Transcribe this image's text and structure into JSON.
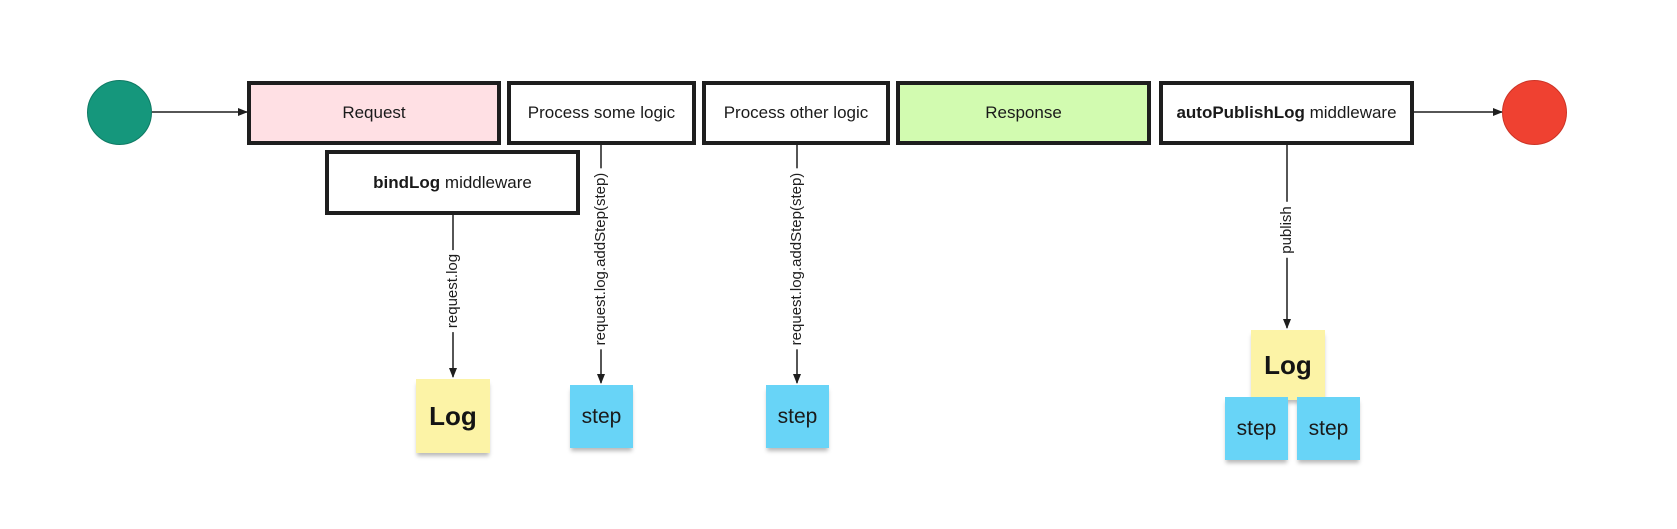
{
  "flow": {
    "boxes": {
      "request": "Request",
      "process_some": "Process some logic",
      "process_other": "Process other logic",
      "response": "Response",
      "autopublish_bold": "autoPublishLog",
      "autopublish_rest": "middleware",
      "bindlog_bold": "bindLog",
      "bindlog_rest": "middleware"
    },
    "arrow_labels": {
      "request_log": "request.log",
      "add_step_1": "request.log.addStep(step)",
      "add_step_2": "request.log.addStep(step)",
      "publish": "publish"
    },
    "stickies": {
      "log_1": "Log",
      "step_1": "step",
      "step_2": "step",
      "log_2": "Log",
      "step_3": "step",
      "step_4": "step"
    }
  },
  "colors": {
    "start_node": "#15977c",
    "end_node": "#ef4131",
    "request_fill": "#ffe0e4",
    "response_fill": "#d2fbb0",
    "log_sticky": "#fcf3a6",
    "step_sticky": "#68d4f7"
  }
}
